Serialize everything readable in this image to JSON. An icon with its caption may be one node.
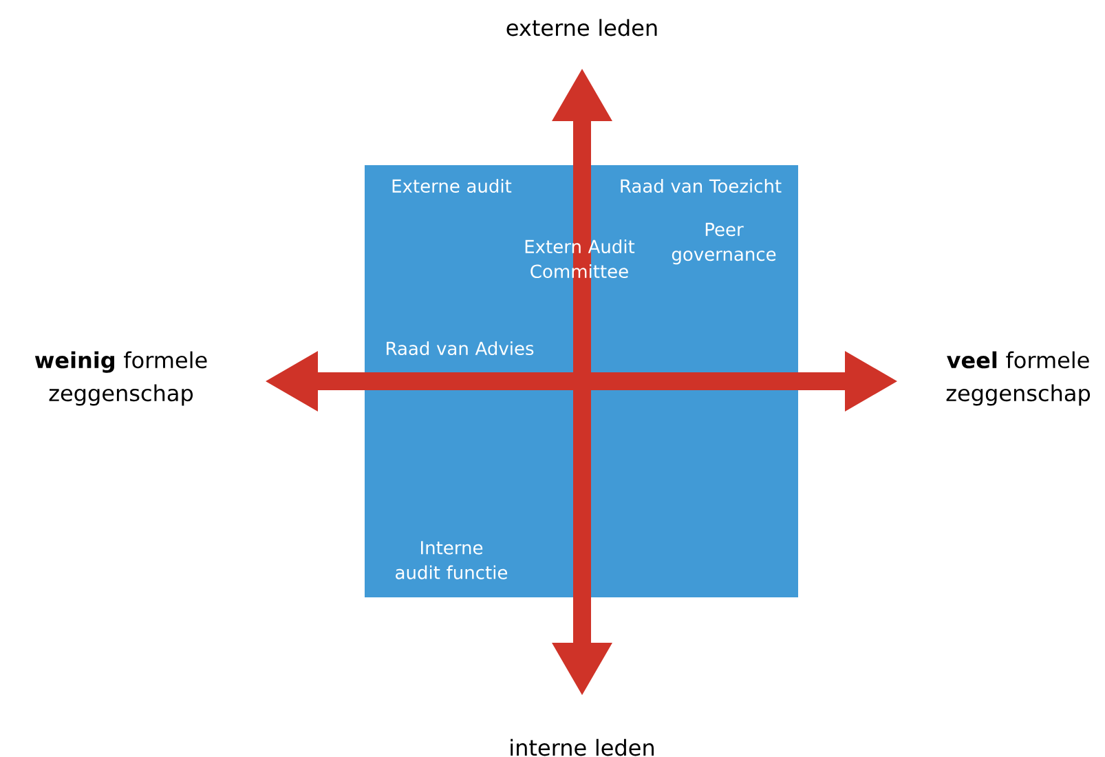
{
  "diagram": {
    "nodes": [
      {
        "text": [
          "Externe audit",
          "Raad van Toezicht",
          "Extern Audit Committee",
          "Peer governance",
          "Raad van Advies",
          "Interne audit functie"
        ]
      }
    ],
    "labels": [
      "externe leden",
      "**weinig** formele zeggenschap",
      "**veel** formele zeggenschap",
      "interne leden"
    ]
  }
}
